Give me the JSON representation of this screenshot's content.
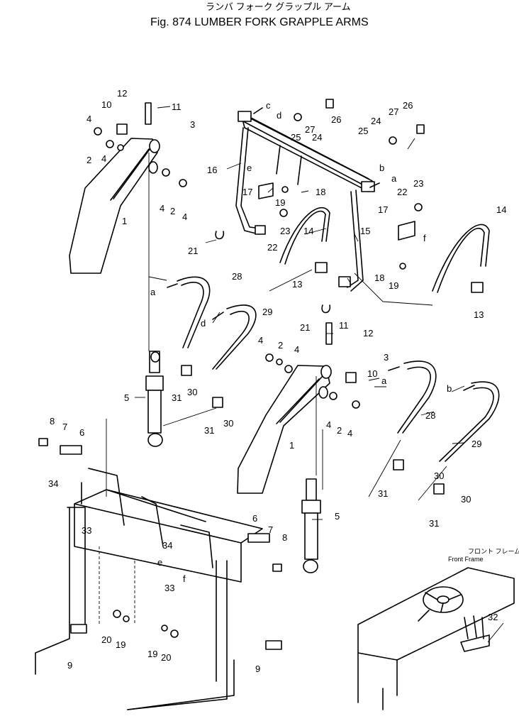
{
  "header": {
    "title_jp": "ランバ フォーク グラップル アーム",
    "title_en": "Fig. 874   LUMBER FORK GRAPPLE ARMS"
  },
  "inset": {
    "label_jp": "フロント フレーム",
    "label_en": "Front Frame"
  },
  "callouts": [
    "1",
    "2",
    "3",
    "4",
    "5",
    "6",
    "7",
    "8",
    "9",
    "10",
    "11",
    "12",
    "13",
    "14",
    "15",
    "16",
    "17",
    "18",
    "19",
    "20",
    "21",
    "22",
    "23",
    "24",
    "25",
    "26",
    "27",
    "28",
    "29",
    "30",
    "31",
    "32",
    "33",
    "34",
    "a",
    "b",
    "c",
    "d",
    "e",
    "f"
  ]
}
